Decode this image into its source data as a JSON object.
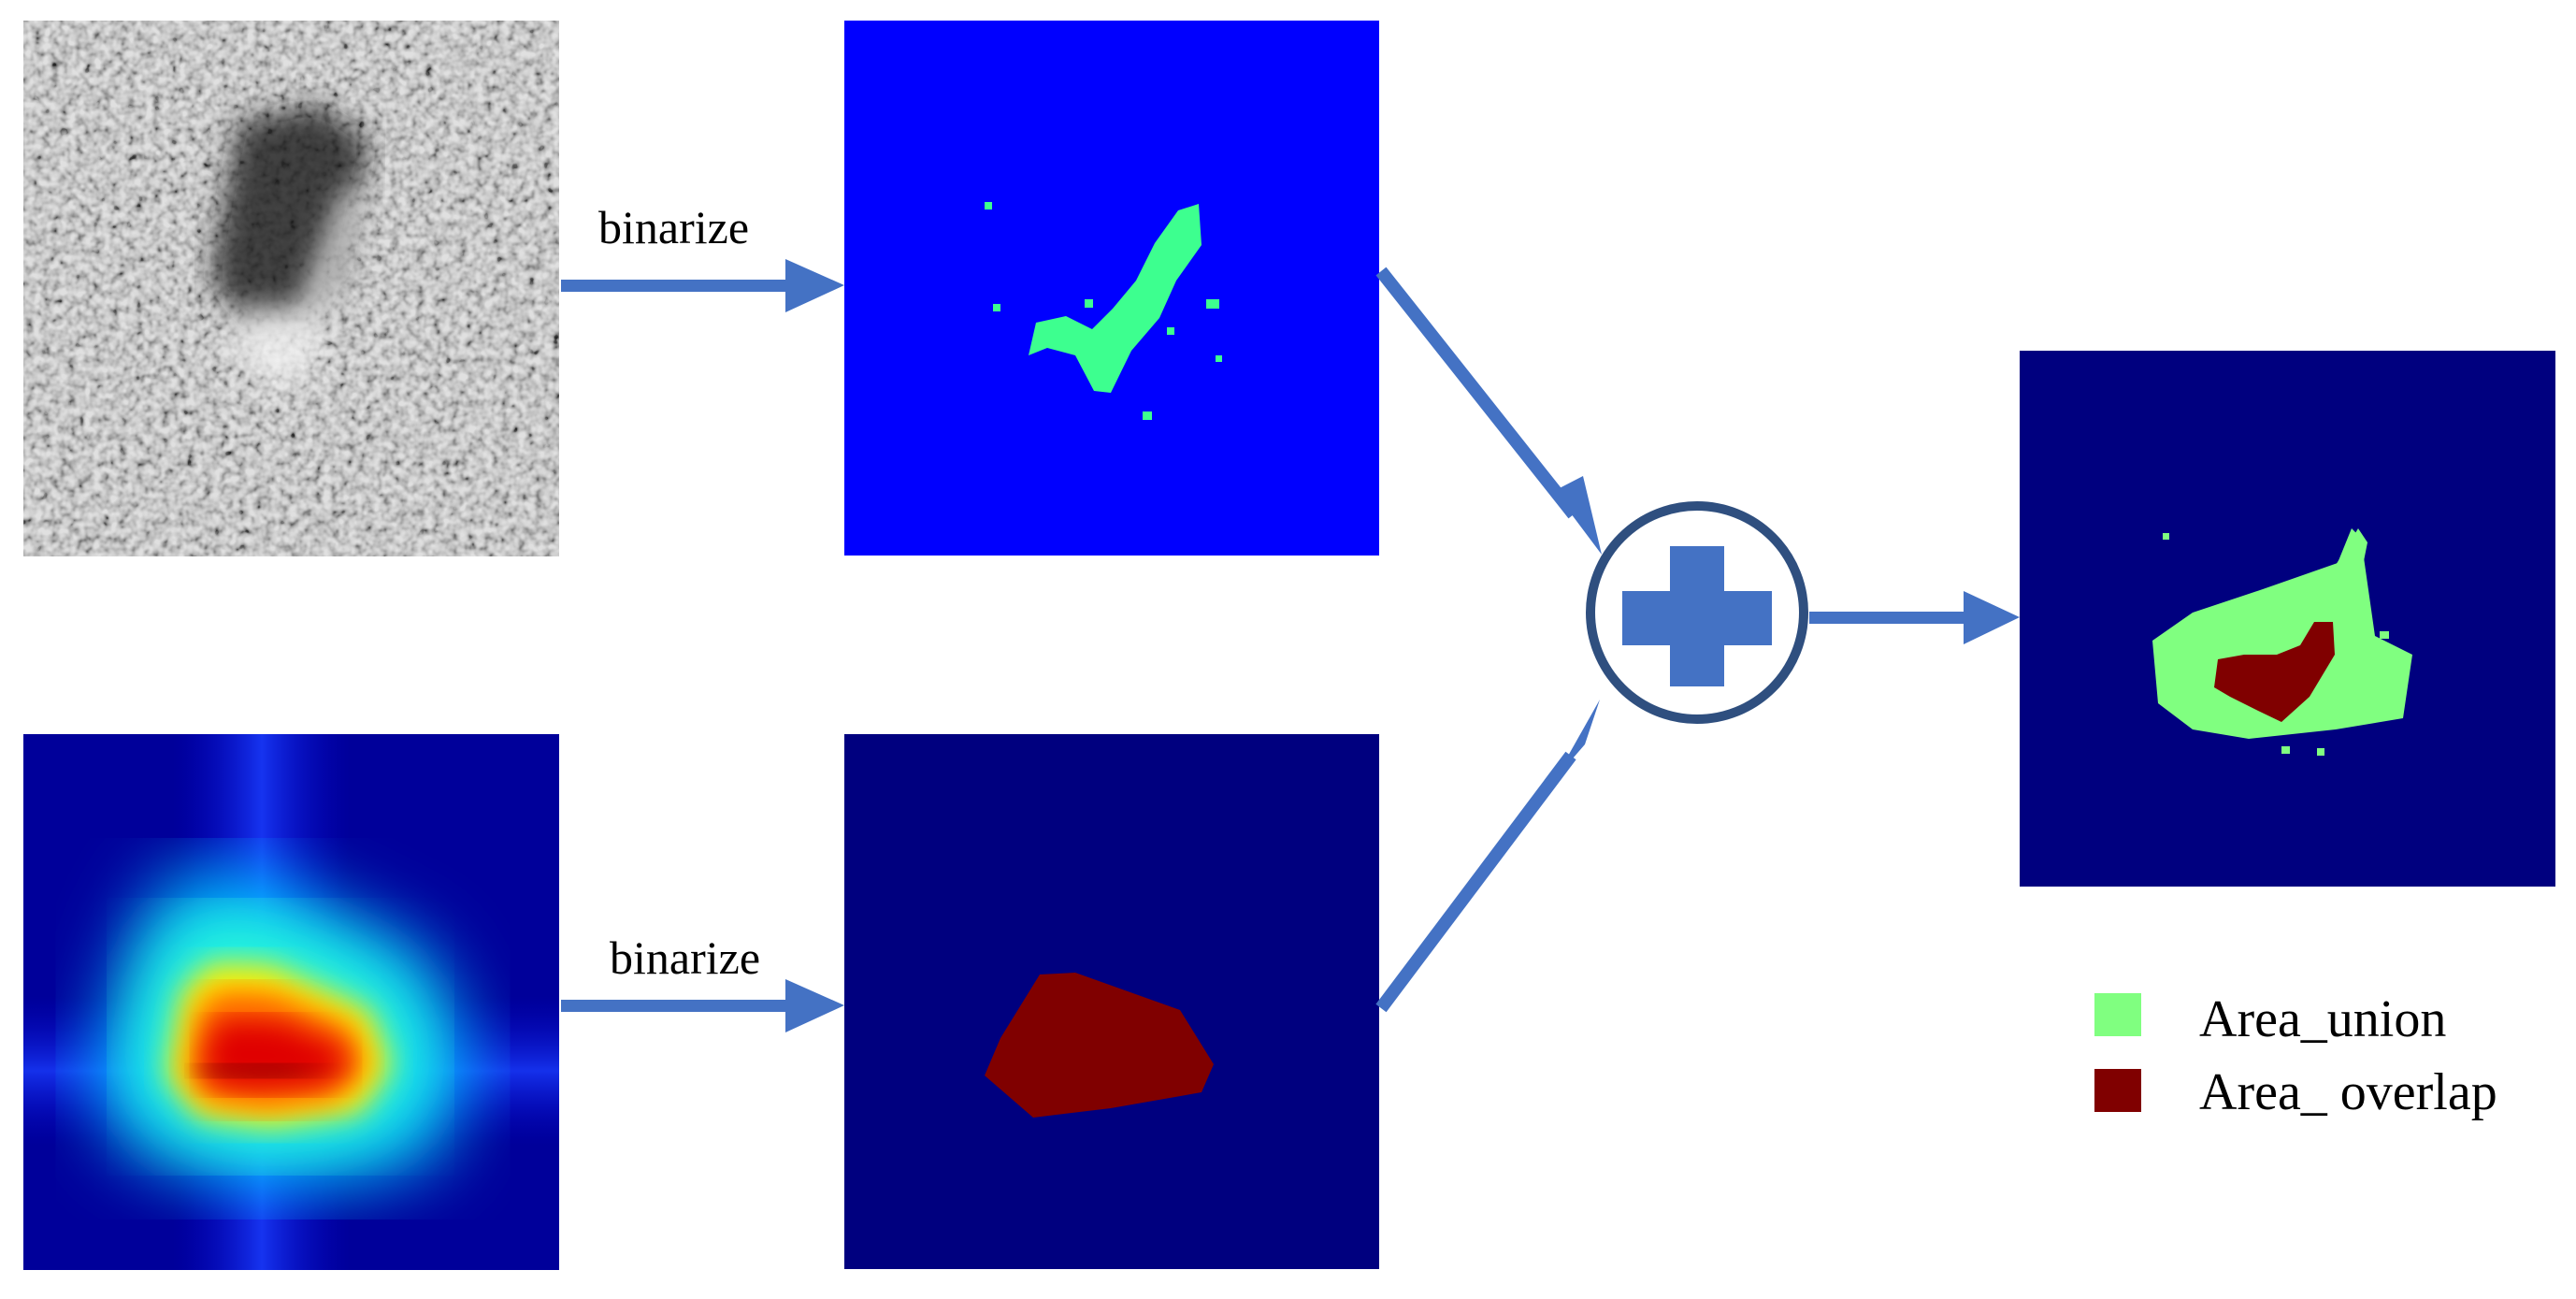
{
  "steps": {
    "top_label": "binarize",
    "bottom_label": "binarize"
  },
  "legend": [
    {
      "label": "Area_union",
      "color": "#80ff80"
    },
    {
      "label": "Area_ overlap",
      "color": "#800000"
    }
  ],
  "colors": {
    "arrow": "#4472c4",
    "binary_blue": "#0000ff",
    "navy": "#00007f",
    "green": "#3dff8f",
    "union_green": "#80ff80",
    "overlap_red": "#800000"
  },
  "icons": {
    "combine": "plus-circle-icon"
  }
}
